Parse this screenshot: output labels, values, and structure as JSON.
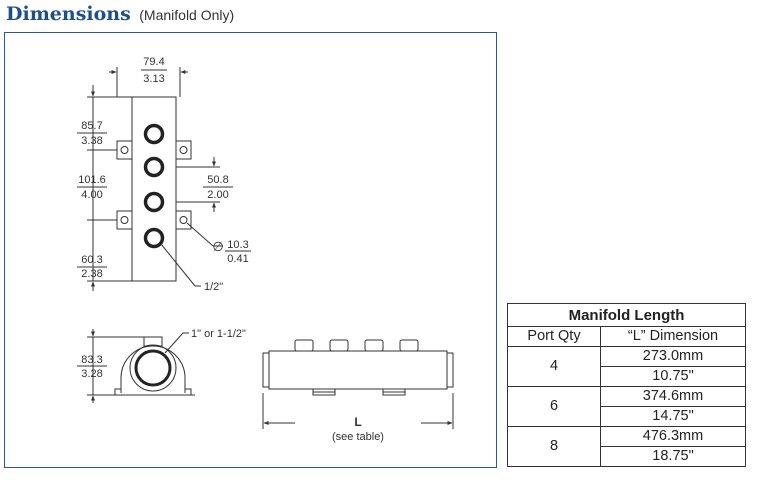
{
  "header": {
    "title": "Dimensions",
    "subtitle": "(Manifold Only)"
  },
  "diagram": {
    "top_view": {
      "width": {
        "mm": "79.4",
        "in": "3.13"
      },
      "top_offset": {
        "mm": "85.7",
        "in": "3.38"
      },
      "bracket_spacing": {
        "mm": "101.6",
        "in": "4.00"
      },
      "port_spacing": {
        "mm": "50.8",
        "in": "2.00"
      },
      "bottom_offset": {
        "mm": "60.3",
        "in": "2.38"
      },
      "hole_diameter": {
        "symbol": "∅",
        "mm": "10.3",
        "in": "0.41"
      },
      "port_size": "1/2\""
    },
    "end_view": {
      "height": {
        "mm": "83.3",
        "in": "3.28"
      },
      "pipe_size": "1\" or 1-1/2\""
    },
    "side_view": {
      "length_label": "L",
      "length_note": "(see table)"
    }
  },
  "table": {
    "title": "Manifold Length",
    "headers": [
      "Port Qty",
      "“L” Dimension"
    ],
    "rows": [
      {
        "qty": "4",
        "mm": "273.0mm",
        "in": "10.75\""
      },
      {
        "qty": "6",
        "mm": "374.6mm",
        "in": "14.75\""
      },
      {
        "qty": "8",
        "mm": "476.3mm",
        "in": "18.75\""
      }
    ]
  }
}
